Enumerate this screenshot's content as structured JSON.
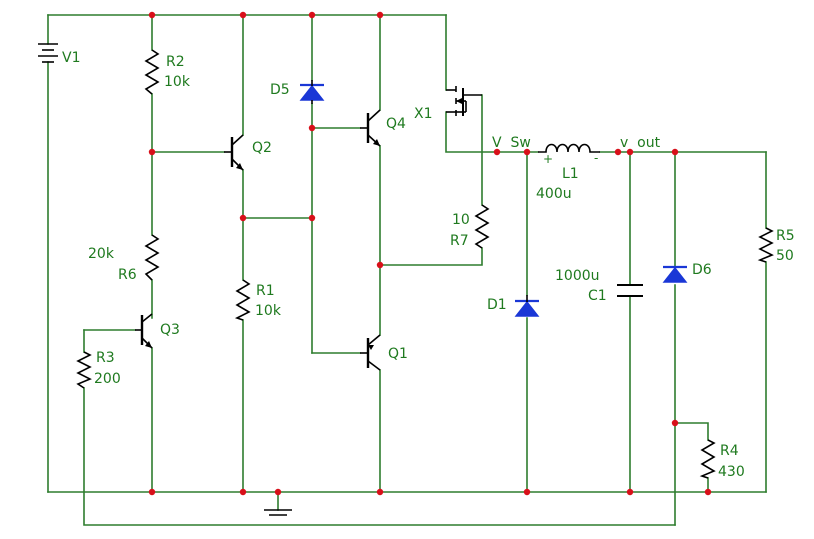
{
  "labels": {
    "V1": "V1",
    "R2": "R2",
    "R2_val": "10k",
    "Q2": "Q2",
    "D5": "D5",
    "Q4": "Q4",
    "X1": "X1",
    "V_Sw": "V  Sw",
    "L1": "L1",
    "L1_val": "400u",
    "v_out": "v  out",
    "R7_val": "10",
    "R7": "R7",
    "R5": "R5",
    "R5_val": "50",
    "R6_val": "20k",
    "R6": "R6",
    "R1": "R1",
    "R1_val": "10k",
    "C1_val": "1000u",
    "C1": "C1",
    "D6": "D6",
    "D1": "D1",
    "Q3": "Q3",
    "R3": "R3",
    "R3_val": "200",
    "Q1": "Q1",
    "R4": "R4",
    "R4_val": "430",
    "L1_plus": "+",
    "L1_minus": "-"
  },
  "colors": {
    "wire": "#2e7d2e",
    "node": "#d8101a",
    "diode": "#1a37d6",
    "label": "#1f7a1f"
  }
}
